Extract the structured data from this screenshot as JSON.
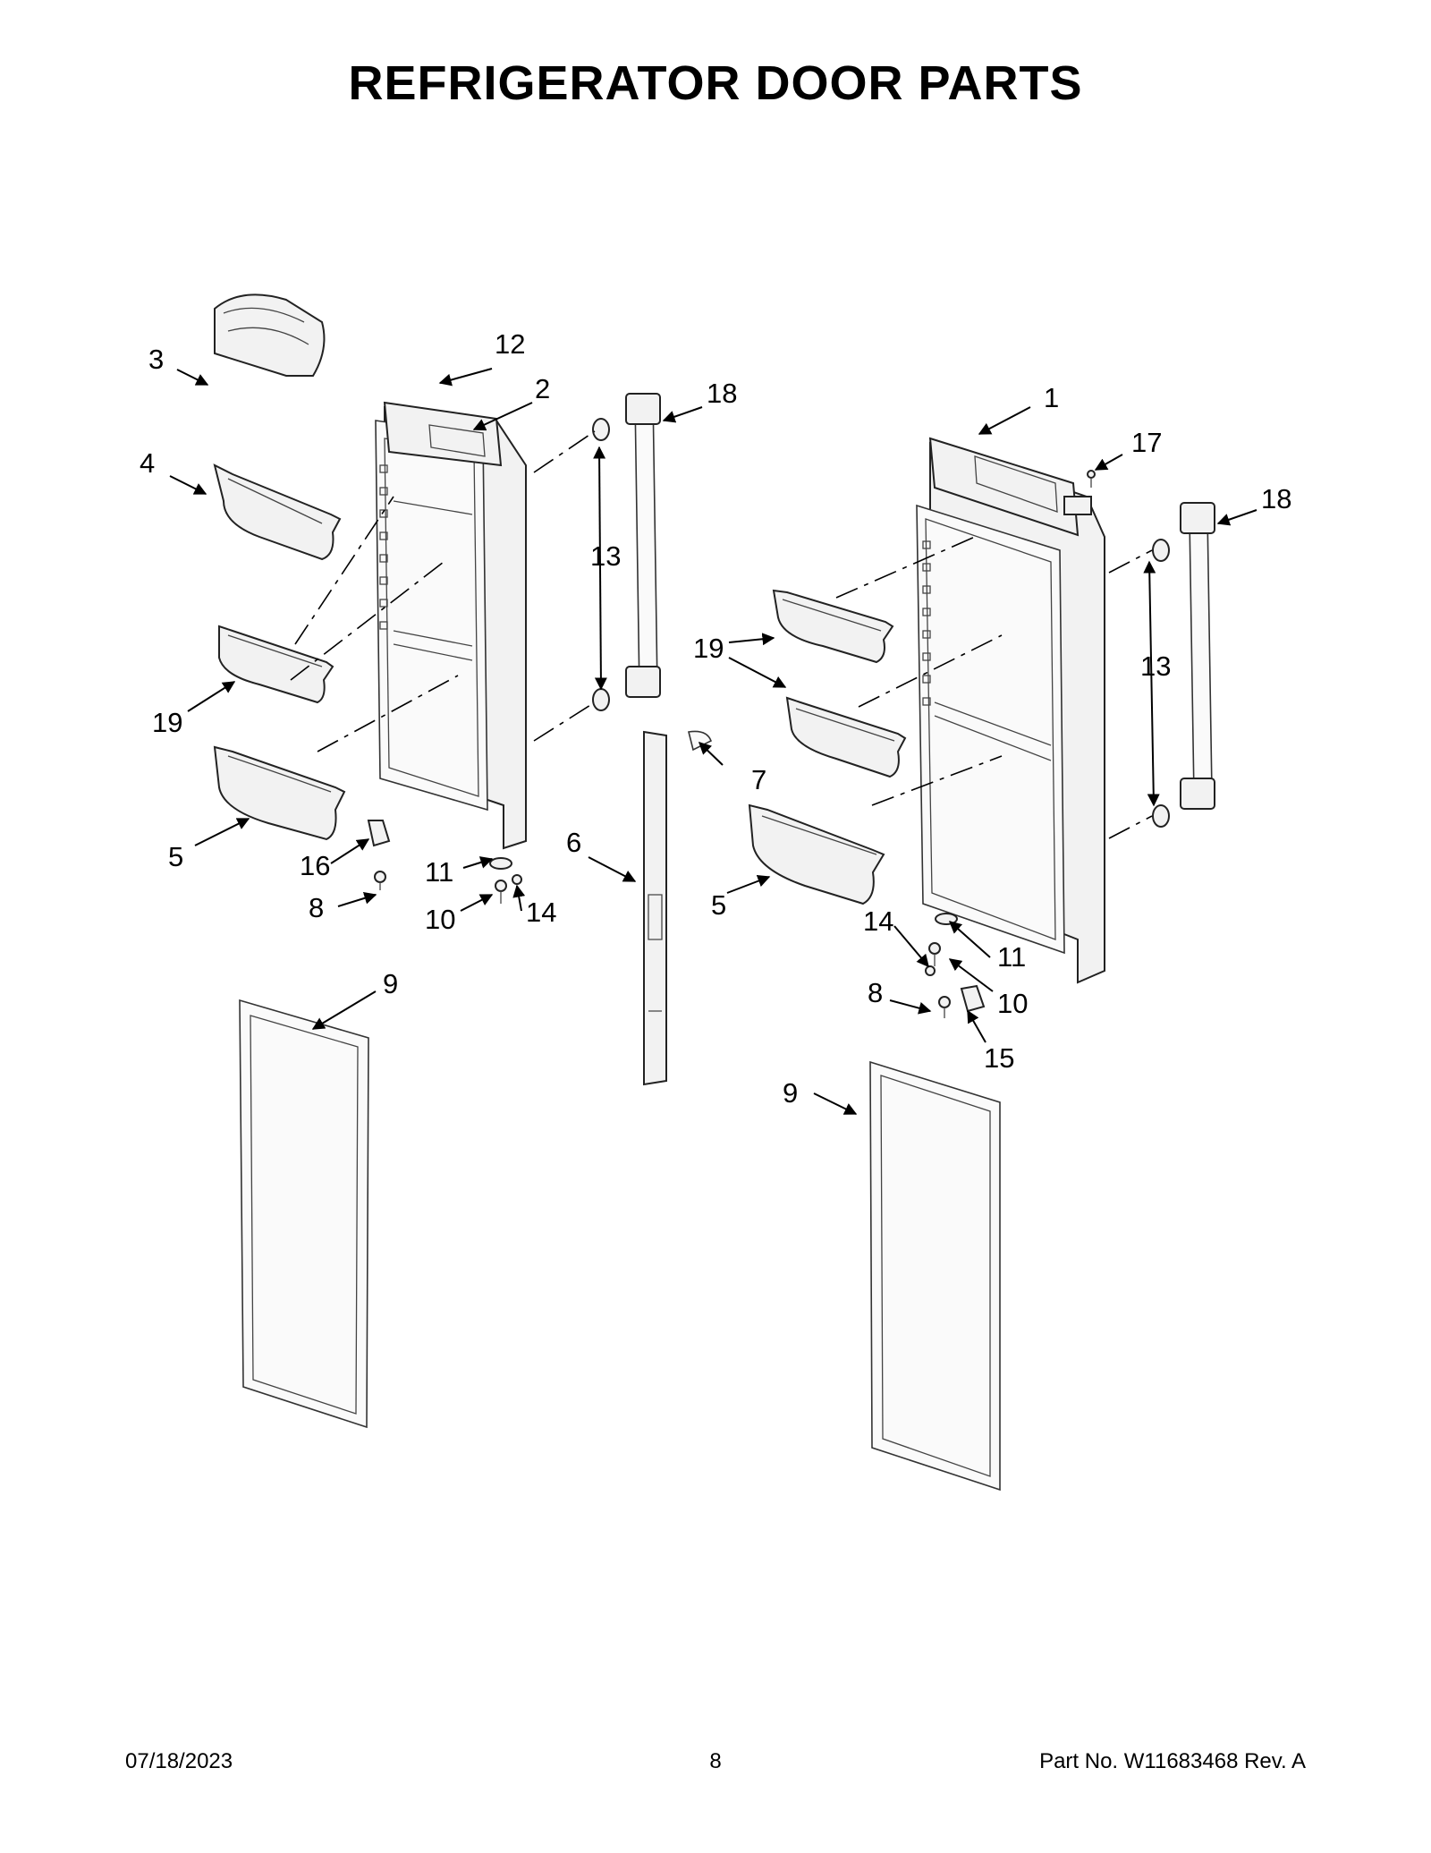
{
  "page": {
    "title": "REFRIGERATOR DOOR PARTS",
    "footer": {
      "date": "07/18/2023",
      "page_number": "8",
      "part_number": "Part No.  W11683468  Rev.  A"
    }
  },
  "callouts": {
    "c1": "1",
    "c2": "2",
    "c3": "3",
    "c4": "4",
    "c5_left": "5",
    "c5_right": "5",
    "c6": "6",
    "c7": "7",
    "c8_left": "8",
    "c8_right": "8",
    "c9_left": "9",
    "c9_right": "9",
    "c10_left": "10",
    "c10_right": "10",
    "c11_left": "11",
    "c11_right": "11",
    "c12": "12",
    "c13_left": "13",
    "c13_right": "13",
    "c14_left": "14",
    "c14_right": "14",
    "c15": "15",
    "c16": "16",
    "c17": "17",
    "c18_left": "18",
    "c18_right": "18",
    "c19_left": "19",
    "c19_right": "19"
  }
}
